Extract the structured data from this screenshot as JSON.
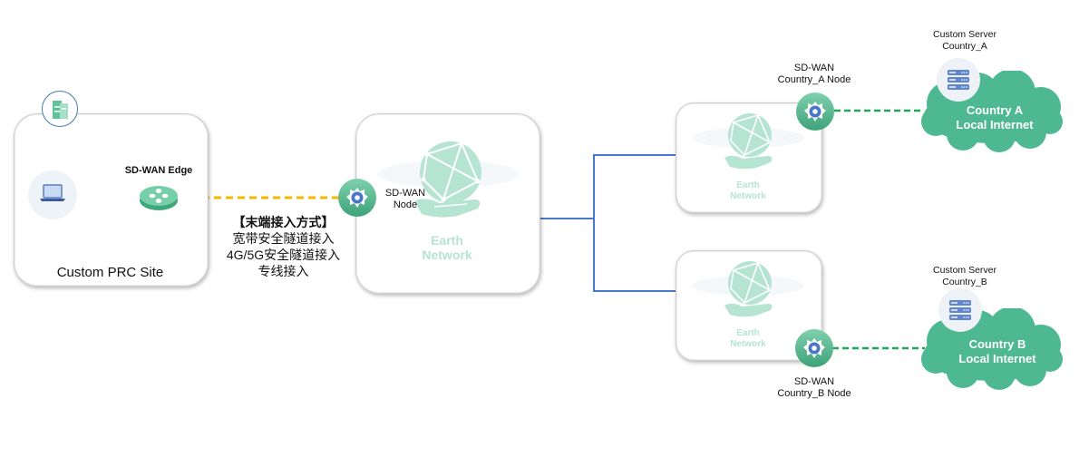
{
  "site": {
    "title": "Custom PRC Site",
    "edge_label": "SD-WAN Edge"
  },
  "access_methods": {
    "heading": "【末端接入方式】",
    "items": [
      "宽带安全隧道接入",
      "4G/5G安全隧道接入",
      "专线接入"
    ]
  },
  "core": {
    "node_label_line1": "SD-WAN",
    "node_label_line2": "Node",
    "network_line1": "Earth",
    "network_line2": "Network"
  },
  "country_a": {
    "node_label_line1": "SD-WAN",
    "node_label_line2": "Country_A Node",
    "network_line1": "Earth",
    "network_line2": "Network",
    "server_line1": "Custom Server",
    "server_line2": "Country_A",
    "cloud_line1": "Country A",
    "cloud_line2": "Local Internet"
  },
  "country_b": {
    "node_label_line1": "SD-WAN",
    "node_label_line2": "Country_B Node",
    "network_line1": "Earth",
    "network_line2": "Network",
    "server_line1": "Custom Server",
    "server_line2": "Country_B",
    "cloud_line1": "Country B",
    "cloud_line2": "Local Internet"
  },
  "colors": {
    "accent_green": "#4db891",
    "link_blue": "#4a78c8",
    "dash_yellow": "#f5b800",
    "dash_green": "#1ea85a",
    "earth_mint": "#b6e4d2"
  }
}
